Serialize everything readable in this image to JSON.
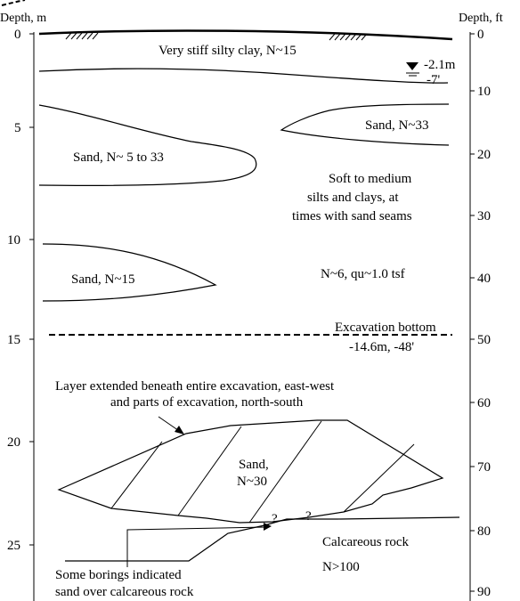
{
  "axes": {
    "left": {
      "label": "Depth, m",
      "ticks": [
        "0",
        "5",
        "10",
        "15",
        "20",
        "25"
      ]
    },
    "right": {
      "label": "Depth, ft",
      "ticks": [
        "0",
        "10",
        "20",
        "30",
        "40",
        "50",
        "60",
        "70",
        "80",
        "90"
      ]
    }
  },
  "labels": {
    "clay": "Very stiff silty clay, N~15",
    "water_m": "-2.1m",
    "water_ft": "-7'",
    "sand33": "Sand, N~33",
    "sand5_33": "Sand, N~ 5 to 33",
    "soft_1": "Soft to medium",
    "soft_2": "silts and clays, at",
    "soft_3": "times with sand seams",
    "sand15": "Sand, N~15",
    "nqu": "N~6, qu~1.0 tsf",
    "excav_1": "Excavation bottom",
    "excav_2": "-14.6m, -48'",
    "layer_1": "Layer extended beneath entire excavation, east-west",
    "layer_2": "and parts of excavation, north-south",
    "sand30_1": "Sand,",
    "sand30_2": "N~30",
    "q1": "?",
    "q2": "?",
    "rock": "Calcareous rock",
    "rockN": "N>100",
    "borings_1": "Some borings indicated",
    "borings_2": "sand over calcareous rock"
  }
}
